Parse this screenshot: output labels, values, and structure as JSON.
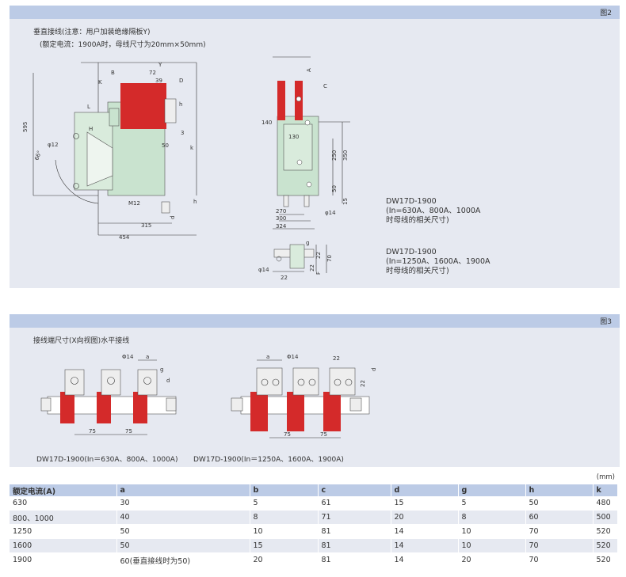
{
  "fig2": {
    "label": "图2",
    "title_line1": "垂直接线(注意：用户加装绝缘隔板Y)",
    "title_line2": "(额定电流：1900A时，母线尺寸为20mm×50mm)",
    "side_dims": [
      "Y",
      "B",
      "72",
      "39",
      "D",
      "K",
      "L",
      "h",
      "595",
      "H",
      "φ12",
      "66°",
      "50",
      "3",
      "k",
      "M12",
      "d",
      "h",
      "315",
      "454"
    ],
    "front_dims": [
      "A",
      "C",
      "140",
      "130",
      "250",
      "350",
      "50",
      "15",
      "φ14",
      "270",
      "300",
      "324"
    ],
    "detail_dims": [
      "g",
      "22",
      "F",
      "22",
      "70",
      "φ14",
      "22"
    ],
    "model1_l1": "DW17D-1900",
    "model1_l2": "(In=630A、800A、1000A",
    "model1_l3": "时母线的相关尺寸)",
    "model2_l1": "DW17D-1900",
    "model2_l2": "(In=1250A、1600A、1900A",
    "model2_l3": "时母线的相关尺寸)"
  },
  "fig3": {
    "label": "图3",
    "title": "接线端尺寸(X向视图)水平接线",
    "left_dims": [
      "Φ14",
      "a",
      "g",
      "d",
      "75",
      "75"
    ],
    "right_dims": [
      "a",
      "Φ14",
      "22",
      "d",
      "22",
      "75",
      "75"
    ],
    "left_caption": "DW17D-1900(In＝630A、800A、1000A)",
    "right_caption": "DW17D-1900(In＝1250A、1600A、1900A)"
  },
  "table": {
    "unit": "(mm)",
    "headers": [
      "额定电流(A)",
      "a",
      "b",
      "c",
      "d",
      "g",
      "h",
      "k"
    ],
    "rows": [
      [
        "630",
        "30",
        "5",
        "61",
        "15",
        "5",
        "50",
        "480"
      ],
      [
        "800、1000",
        "40",
        "8",
        "71",
        "20",
        "8",
        "60",
        "500"
      ],
      [
        "1250",
        "50",
        "10",
        "81",
        "14",
        "10",
        "70",
        "520"
      ],
      [
        "1600",
        "50",
        "15",
        "81",
        "14",
        "10",
        "70",
        "520"
      ],
      [
        "1900",
        "60(垂直接线时为50)",
        "20",
        "81",
        "14",
        "20",
        "70",
        "520"
      ]
    ]
  },
  "colors": {
    "panel": "#e6e9f1",
    "header": "#bccbe6",
    "busbar": "#d42a2a",
    "body": "#c9e3cf"
  }
}
